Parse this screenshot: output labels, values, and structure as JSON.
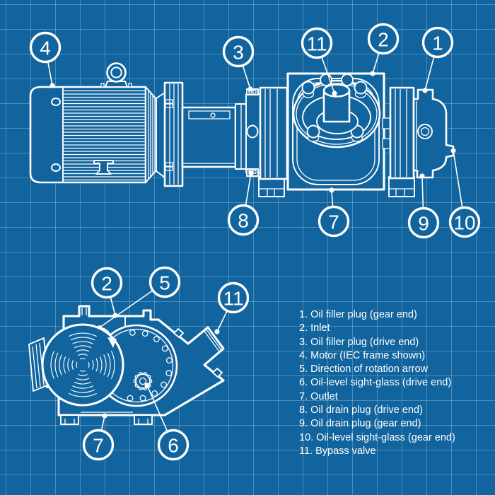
{
  "colors": {
    "background": "#11649E",
    "grid_line": "rgba(255,255,255,0.25)",
    "line": "#FFFFFF"
  },
  "legend": {
    "items": [
      "1. Oil filler plug (gear end)",
      "2. Inlet",
      "3. Oil filler plug (drive end)",
      "4. Motor (IEC frame shown)",
      "5. Direction of rotation arrow",
      "6. Oil-level sight-glass (drive end)",
      "7. Outlet",
      "8. Oil drain plug (drive end)",
      "9. Oil drain plug (gear end)",
      "10. Oil-level sight-glass (gear end)",
      "11. Bypass valve"
    ]
  },
  "callouts": {
    "side_view": [
      {
        "n": "4"
      },
      {
        "n": "3"
      },
      {
        "n": "11"
      },
      {
        "n": "2"
      },
      {
        "n": "1"
      },
      {
        "n": "8"
      },
      {
        "n": "7"
      },
      {
        "n": "9"
      },
      {
        "n": "10"
      }
    ],
    "end_view": [
      {
        "n": "2"
      },
      {
        "n": "5"
      },
      {
        "n": "11"
      },
      {
        "n": "7"
      },
      {
        "n": "6"
      }
    ]
  }
}
